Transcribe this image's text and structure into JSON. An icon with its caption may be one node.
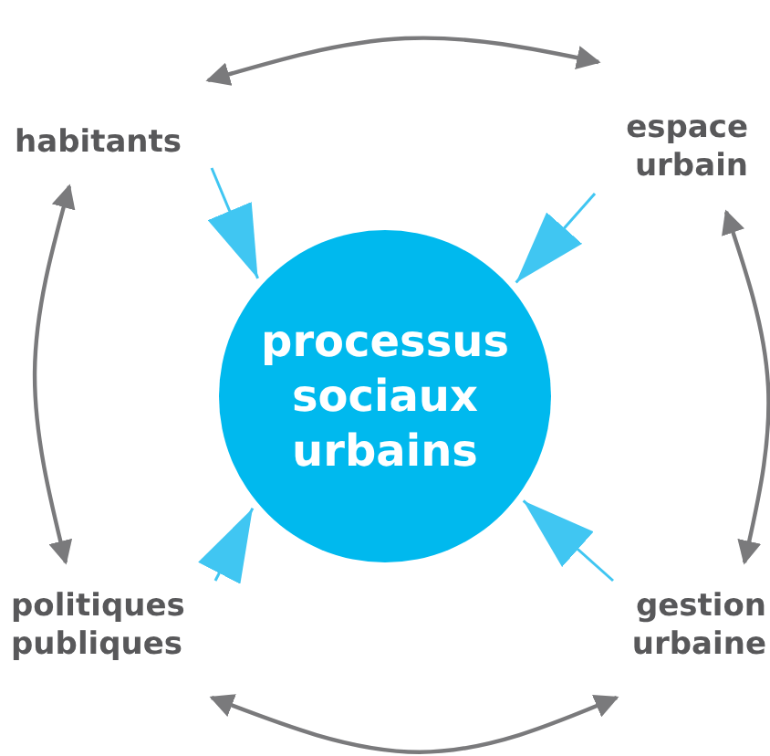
{
  "diagram": {
    "nodes": [
      {
        "text": [
          "processus sociaux urbains"
        ]
      },
      {
        "text": [
          "habitants"
        ]
      },
      {
        "text": [
          "espace urbain"
        ]
      },
      {
        "text": [
          "politiques publiques"
        ]
      },
      {
        "text": [
          "gestion urbaine"
        ]
      }
    ],
    "edges": [
      {
        "from": 1,
        "to": 2,
        "arrow": "both"
      },
      {
        "from": 2,
        "to": 4,
        "arrow": "both"
      },
      {
        "from": 4,
        "to": 3,
        "arrow": "both"
      },
      {
        "from": 3,
        "to": 1,
        "arrow": "both"
      },
      {
        "from": 1,
        "to": 0,
        "arrow": "to",
        "color": "#40c6f2"
      },
      {
        "from": 2,
        "to": 0,
        "arrow": "to",
        "color": "#40c6f2"
      },
      {
        "from": 3,
        "to": 0,
        "arrow": "to",
        "color": "#40c6f2"
      },
      {
        "from": 4,
        "to": 0,
        "arrow": "to",
        "color": "#40c6f2"
      }
    ]
  }
}
